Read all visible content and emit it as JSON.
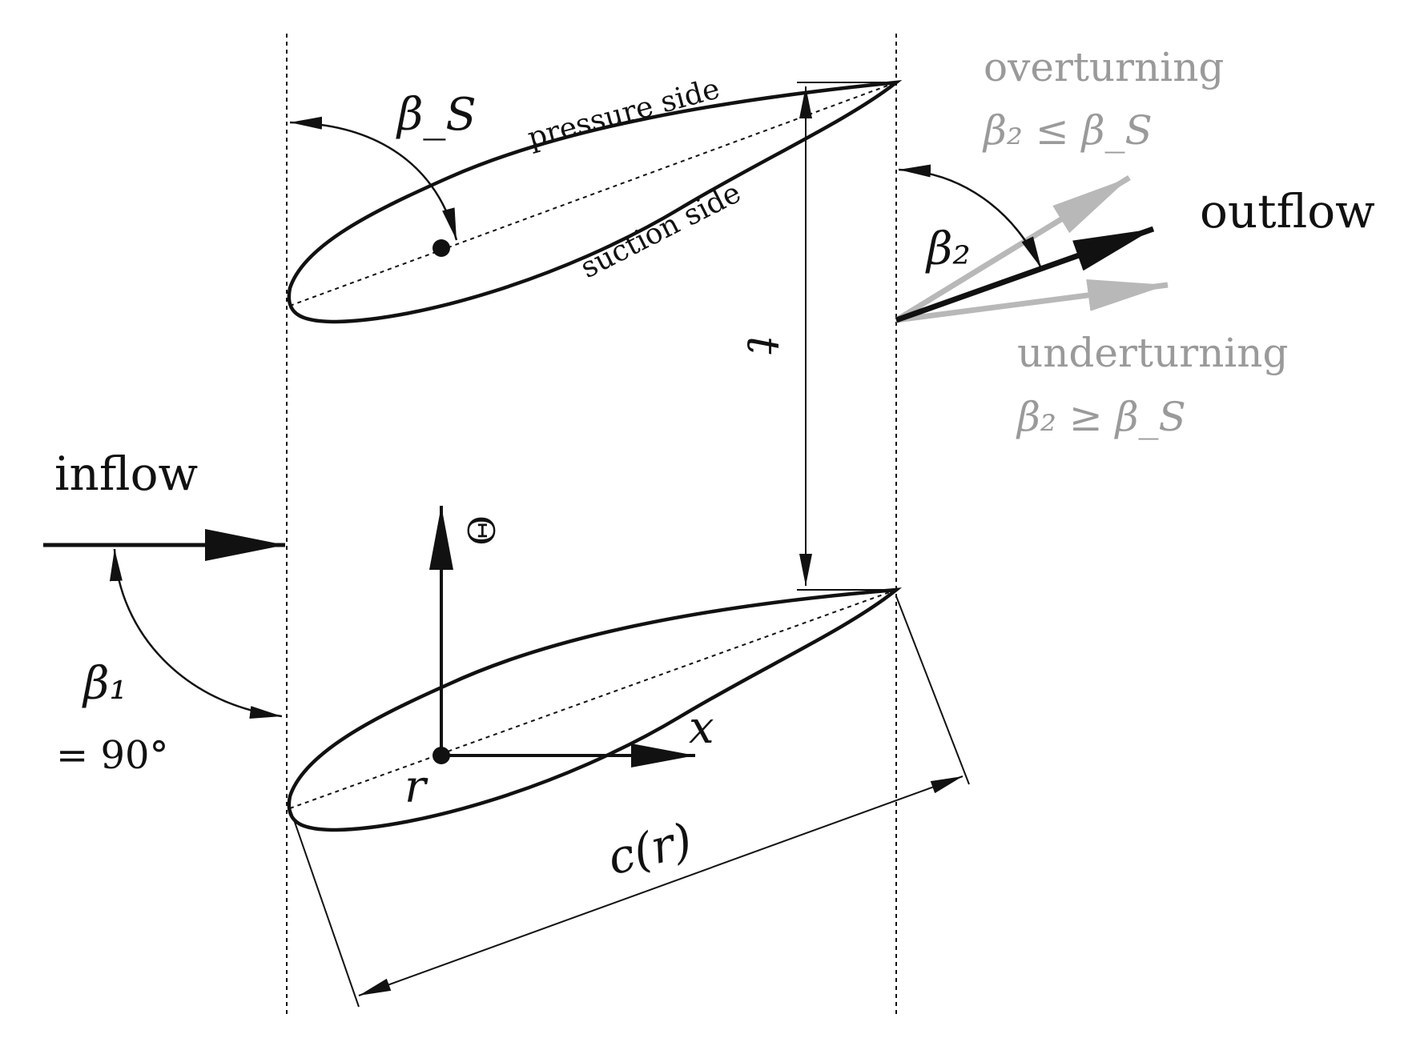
{
  "labels": {
    "inflow": "inflow",
    "outflow": "outflow",
    "overturning": "overturning",
    "overturning_relation": "β₂ ≤ β_S",
    "underturning": "underturning",
    "underturning_relation": "β₂ ≥ β_S",
    "pressure_side": "pressure side",
    "suction_side": "suction side",
    "beta_s": "β_S",
    "beta_2": "β₂",
    "beta_1": "β₁",
    "beta_1_value": "= 90°",
    "pitch": "t",
    "theta_axis": "Θ",
    "x_axis": "x",
    "r_label": "r",
    "chord": "c(r)"
  },
  "colors": {
    "stroke": "#111111",
    "gray_vectors": "#b8b8b8",
    "gray_text": "#9a9a9a"
  }
}
